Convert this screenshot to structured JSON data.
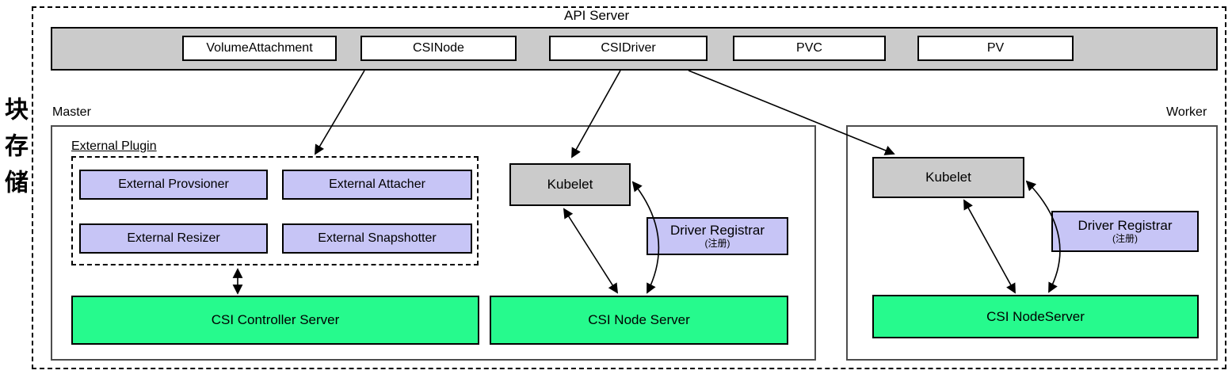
{
  "storage_label": {
    "text": "块存储"
  },
  "api_server": {
    "label": "API Server",
    "resources": [
      "VolumeAttachment",
      "CSINode",
      "CSIDriver",
      "PVC",
      "PV"
    ]
  },
  "master": {
    "label": "Master",
    "external_plugin": {
      "label": "External Plugin",
      "components": [
        "External Provsioner",
        "External Attacher",
        "External Resizer",
        "External Snapshotter"
      ]
    },
    "kubelet_label": "Kubelet",
    "driver_registrar": {
      "title": "Driver Registrar",
      "subtitle": "(注册)"
    },
    "csi_controller_server_label": "CSI Controller Server",
    "csi_node_server_label": "CSI Node Server"
  },
  "worker": {
    "label": "Worker",
    "kubelet_label": "Kubelet",
    "driver_registrar": {
      "title": "Driver Registrar",
      "subtitle": "(注册)"
    },
    "csi_node_server_label": "CSI NodeServer"
  },
  "colors": {
    "bar_gray": "#cbcbcb",
    "component_purple": "#c7c5f6",
    "server_green": "#26fa8d",
    "line_black": "#000000",
    "container_border_gray": "#4d4d4d"
  }
}
